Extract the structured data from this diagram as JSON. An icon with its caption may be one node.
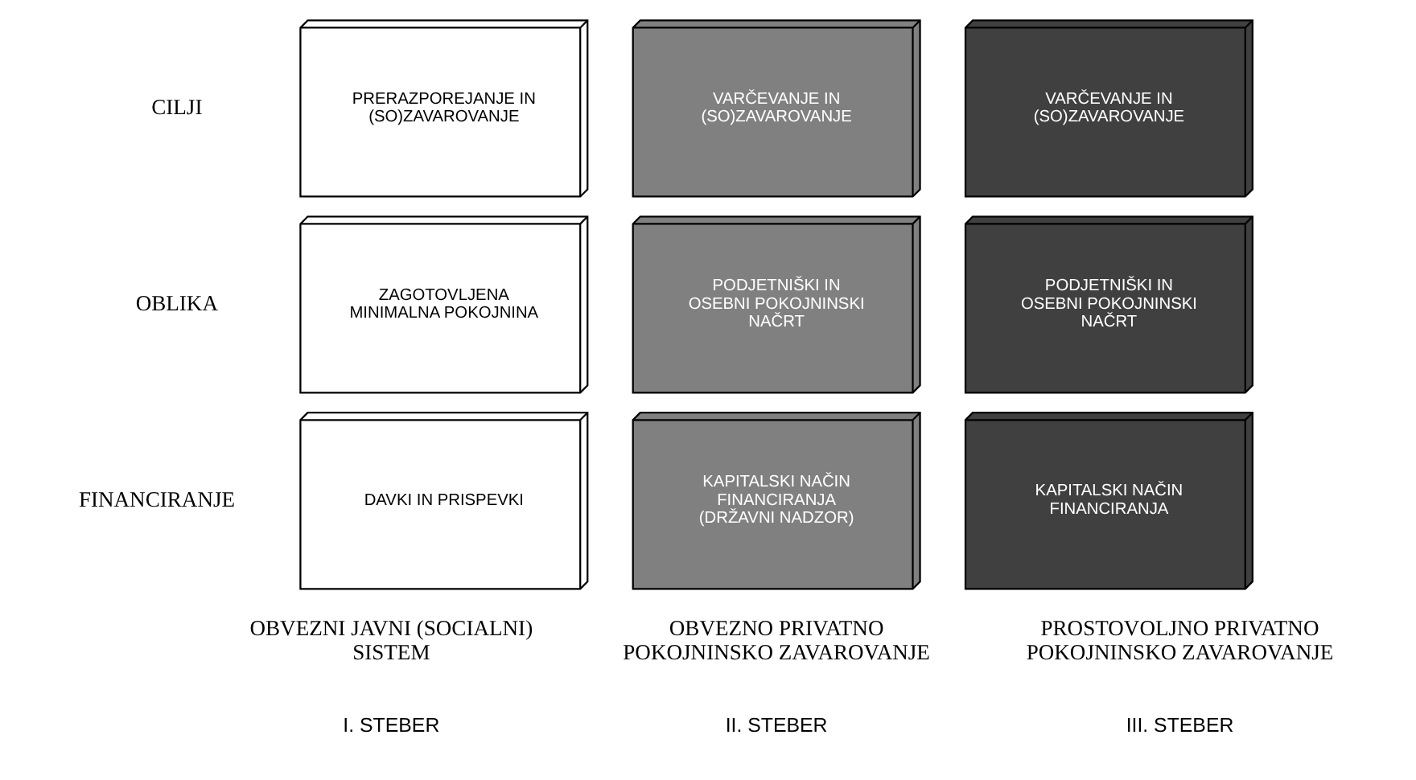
{
  "diagram": {
    "nodes": [
      {
        "text": [
          "PRERAZPOREJANJE IN (SO)ZAVAROVANJE"
        ]
      },
      {
        "text": [
          "VARČEVANJE IN (SO)ZAVAROVANJE"
        ]
      },
      {
        "text": [
          "VARČEVANJE IN (SO)ZAVAROVANJE"
        ]
      },
      {
        "text": [
          "ZAGOTOVLJENA MINIMALNA POKOJNINA"
        ]
      },
      {
        "text": [
          "PODJETNIŠKI IN OSEBNI POKOJNINSKI NAČRT"
        ]
      },
      {
        "text": [
          "PODJETNIŠKI IN OSEBNI POKOJNINSKI NAČRT"
        ]
      },
      {
        "text": [
          "DAVKI IN PRISPEVKI"
        ]
      },
      {
        "text": [
          "KAPITALSKI NAČIN FINANCIRANJA (DRŽAVNI NADZOR)"
        ]
      },
      {
        "text": [
          "KAPITALSKI NAČIN FINANCIRANJA"
        ]
      }
    ],
    "labels": [
      "CILJI",
      "OBLIKA",
      "FINANCIRANJE",
      "OBVEZNI JAVNI (SOCIALNI) SISTEM",
      "OBVEZNO PRIVATNO POKOJNINSKO ZAVAROVANJE",
      "PROSTOVOLJNO PRIVATNO POKOJNINSKO ZAVAROVANJE",
      "I. STEBER",
      "II. STEBER",
      "III. STEBER"
    ]
  }
}
